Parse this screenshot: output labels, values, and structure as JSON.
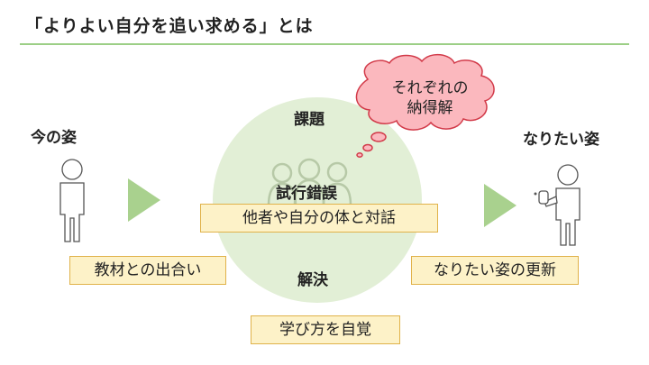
{
  "header": {
    "title": "「よりよい自分を追い求める」とは"
  },
  "diagram": {
    "current_label": "今の姿",
    "ideal_label": "なりたい姿",
    "center": {
      "top": "課題",
      "middle": "試行錯誤",
      "bottom": "解決"
    },
    "thought_bubble": {
      "line1": "それぞれの",
      "line2": "納得解"
    },
    "boxes": {
      "encounter": "教材との出合い",
      "dialogue": "他者や自分の体と対話",
      "update": "なりたい姿の更新",
      "awareness": "学び方を自覚"
    },
    "colors": {
      "accent_green": "#9ccf86",
      "circle_fill": "#e2efd6",
      "bubble_fill": "#fbb8be",
      "bubble_stroke": "#d23a49",
      "box_fill": "#fdf2c8",
      "box_stroke": "#e0b24a"
    }
  }
}
